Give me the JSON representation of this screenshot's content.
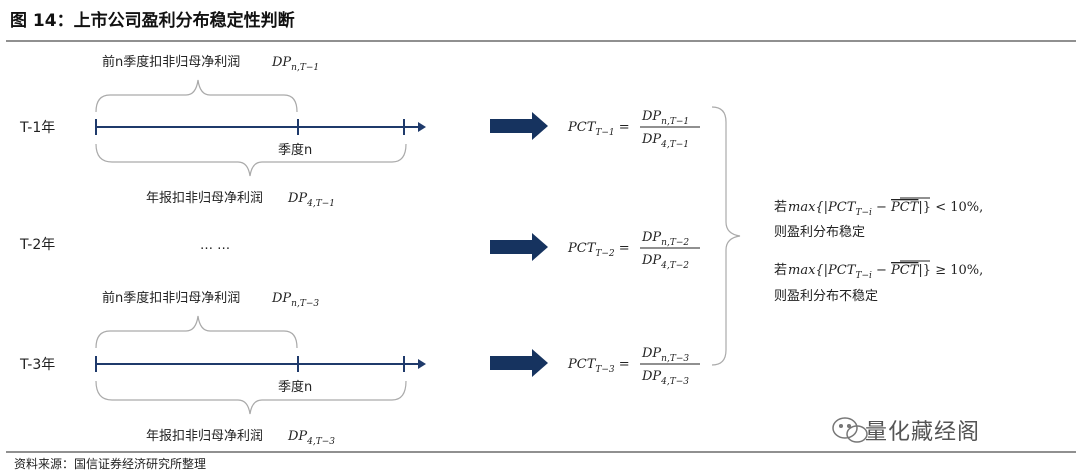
{
  "title": "图 14：上市公司盈利分布稳定性判断",
  "source": "资料来源：国信证券经济研究所整理",
  "watermark": "量化藏经阁",
  "rows": [
    {
      "year_label": "T-1年",
      "top_brace_label": "前n季度扣非归母净利润",
      "top_brace_math": "DP",
      "top_brace_sub": "n,T−1",
      "quarter_label": "季度n",
      "bottom_brace_label": "年报扣非归母净利润",
      "bottom_brace_math": "DP",
      "bottom_brace_sub": "4,T−1",
      "formula_left": "PCT",
      "formula_left_sub": "T−1",
      "numerator": "DP",
      "numerator_sub": "n,T−1",
      "denominator": "DP",
      "denominator_sub": "4,T−1"
    },
    {
      "year_label": "T-2年",
      "ellipsis": "… …",
      "formula_left": "PCT",
      "formula_left_sub": "T−2",
      "numerator": "DP",
      "numerator_sub": "n,T−2",
      "denominator": "DP",
      "denominator_sub": "4,T−2"
    },
    {
      "year_label": "T-3年",
      "top_brace_label": "前n季度扣非归母净利润",
      "top_brace_math": "DP",
      "top_brace_sub": "n,T−3",
      "quarter_label": "季度n",
      "bottom_brace_label": "年报扣非归母净利润",
      "bottom_brace_math": "DP",
      "bottom_brace_sub": "4,T−3",
      "formula_left": "PCT",
      "formula_left_sub": "T−3",
      "numerator": "DP",
      "numerator_sub": "n,T−3",
      "denominator": "DP",
      "denominator_sub": "4,T−3"
    }
  ],
  "conditions": {
    "stable_prefix": "若",
    "stable_expr": "max{|PCT",
    "stable_expr_sub": "T−i",
    "stable_expr_mid": " − ",
    "stable_expr_bar": "PCT",
    "stable_expr_end": "|} < 10%,",
    "stable_result": "则盈利分布稳定",
    "unstable_prefix": "若",
    "unstable_expr": "max{|PCT",
    "unstable_expr_sub": "T−i",
    "unstable_expr_mid": " − ",
    "unstable_expr_bar": "PCT",
    "unstable_expr_end": "|} ≥ 10%,",
    "unstable_result": "则盈利分布不稳定"
  },
  "colors": {
    "axis": "#1f3a6b",
    "arrow": "#16335f",
    "brace": "#aaaaaa",
    "rule": "#222222"
  }
}
